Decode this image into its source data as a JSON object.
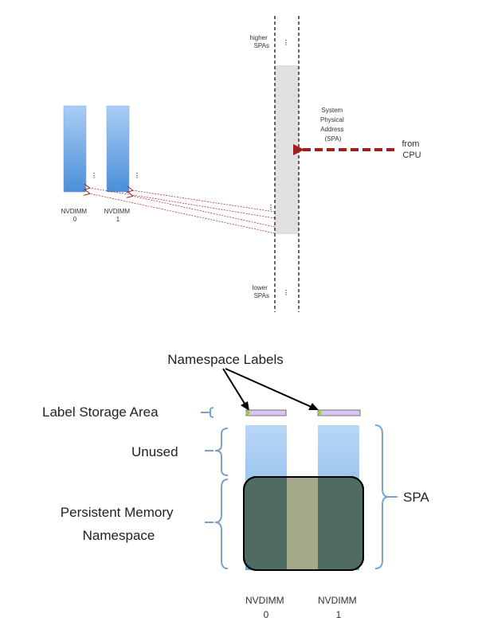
{
  "top_diagram": {
    "higher_spas": [
      "higher",
      "SPAs"
    ],
    "lower_spas": [
      "lower",
      "SPAs"
    ],
    "spa_label": [
      "System",
      "Physical",
      "Address",
      "(SPA)"
    ],
    "from_cpu": [
      "from",
      "CPU"
    ],
    "nvdimm_0": [
      "NVDIMM",
      "0"
    ],
    "nvdimm_1": [
      "NVDIMM",
      "1"
    ],
    "ellipsis": "⋮"
  },
  "bottom_diagram": {
    "namespace_labels": "Namespace Labels",
    "label_storage_area": "Label Storage Area",
    "unused": "Unused",
    "persistent_memory_namespace": [
      "Persistent Memory",
      "Namespace"
    ],
    "spa": "SPA",
    "nvdimm_0": [
      "NVDIMM",
      "0"
    ],
    "nvdimm_1": [
      "NVDIMM",
      "1"
    ]
  },
  "colors": {
    "dimm_top": "#aacdf5",
    "dimm_bottom": "#4a8fd9",
    "arrow_red": "#a51e1e",
    "spa_fill": "#e0e0e0",
    "bracket": "#7aa3cc",
    "namespace_fill": "#4f6b64",
    "namespace_overlap": "#a3a98a",
    "label_bar": "#d8c6ee"
  }
}
